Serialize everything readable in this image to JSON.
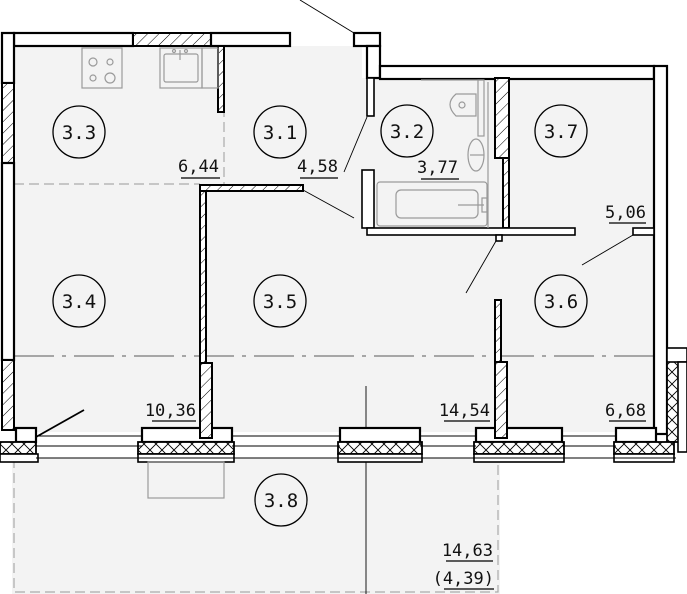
{
  "plan": {
    "type": "apartment-floor-plan",
    "rooms": [
      {
        "id": "3.1",
        "area": "4,58"
      },
      {
        "id": "3.2",
        "area": "3,77"
      },
      {
        "id": "3.3",
        "area": "6,44"
      },
      {
        "id": "3.4",
        "area": "10,36"
      },
      {
        "id": "3.5",
        "area": "14,54"
      },
      {
        "id": "3.6",
        "area": "6,68"
      },
      {
        "id": "3.7",
        "area": "5,06"
      },
      {
        "id": "3.8",
        "area": "14,63",
        "area_reduced": "(4,39)"
      }
    ]
  }
}
